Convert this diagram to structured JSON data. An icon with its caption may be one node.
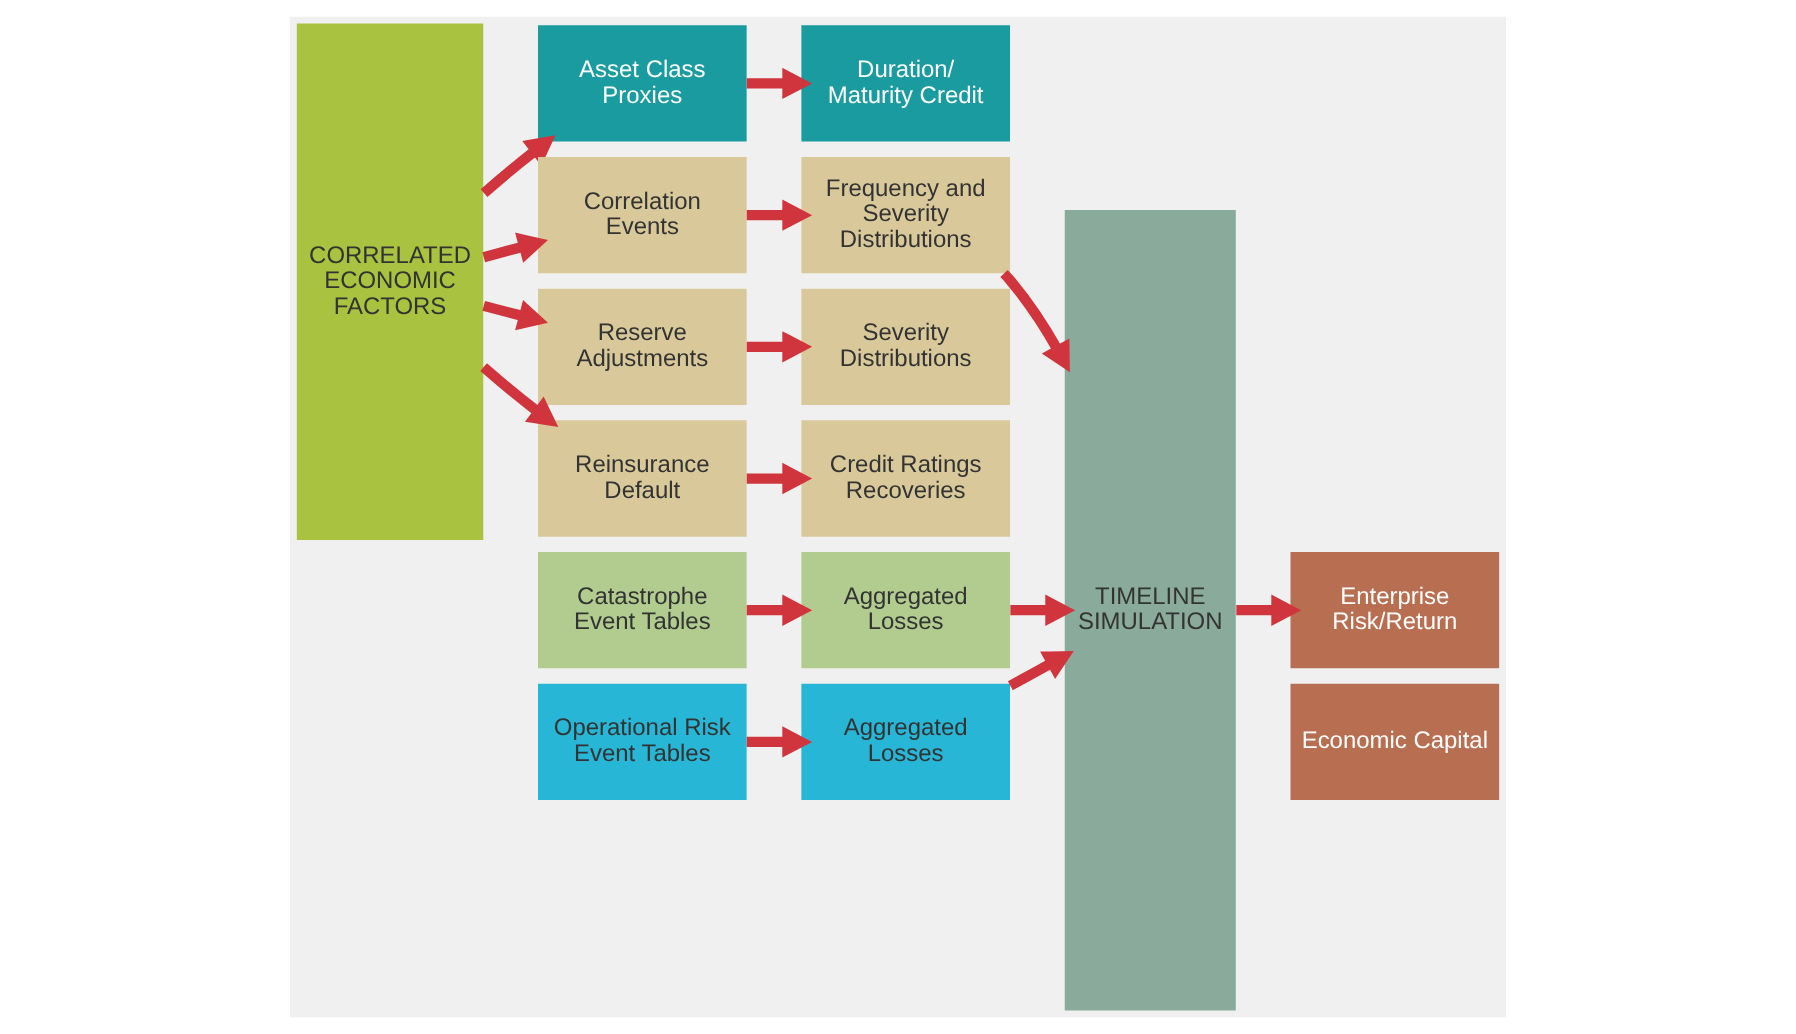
{
  "diagram": {
    "nodes": [
      {
        "text": [
          "CORRELATED ECONOMIC FACTORS"
        ]
      },
      {
        "text": [
          "Asset Class Proxies"
        ]
      },
      {
        "text": [
          "Duration/ Maturity Credit"
        ]
      },
      {
        "text": [
          "Correlation Events"
        ]
      },
      {
        "text": [
          "Frequency and Severity Distributions"
        ]
      },
      {
        "text": [
          "Reserve Adjustments"
        ]
      },
      {
        "text": [
          "Severity Distributions"
        ]
      },
      {
        "text": [
          "Reinsurance Default"
        ]
      },
      {
        "text": [
          "Credit Ratings Recoveries"
        ]
      },
      {
        "text": [
          "Catastrophe Event Tables"
        ]
      },
      {
        "text": [
          "Aggregated Losses"
        ]
      },
      {
        "text": [
          "Operational Risk Event Tables"
        ]
      },
      {
        "text": [
          "Aggregated Losses"
        ]
      },
      {
        "text": [
          "TIMELINE SIMULATION"
        ]
      },
      {
        "text": [
          "Enterprise Risk/Return"
        ]
      },
      {
        "text": [
          "Economic Capital"
        ]
      }
    ],
    "edges": [
      {
        "from": 0,
        "to": 1,
        "arrow": "to"
      },
      {
        "from": 1,
        "to": 2,
        "arrow": "to"
      },
      {
        "from": 0,
        "to": 3,
        "arrow": "to"
      },
      {
        "from": 3,
        "to": 4,
        "arrow": "to"
      },
      {
        "from": 0,
        "to": 5,
        "arrow": "to"
      },
      {
        "from": 5,
        "to": 6,
        "arrow": "to"
      },
      {
        "from": 0,
        "to": 7,
        "arrow": "to"
      },
      {
        "from": 7,
        "to": 8,
        "arrow": "to"
      },
      {
        "from": 4,
        "to": 13,
        "arrow": "to"
      },
      {
        "from": 9,
        "to": 10,
        "arrow": "to"
      },
      {
        "from": 10,
        "to": 13,
        "arrow": "to"
      },
      {
        "from": 11,
        "to": 12,
        "arrow": "to"
      },
      {
        "from": 12,
        "to": 13,
        "arrow": "to"
      },
      {
        "from": 13,
        "to": 14,
        "arrow": "to"
      }
    ]
  }
}
